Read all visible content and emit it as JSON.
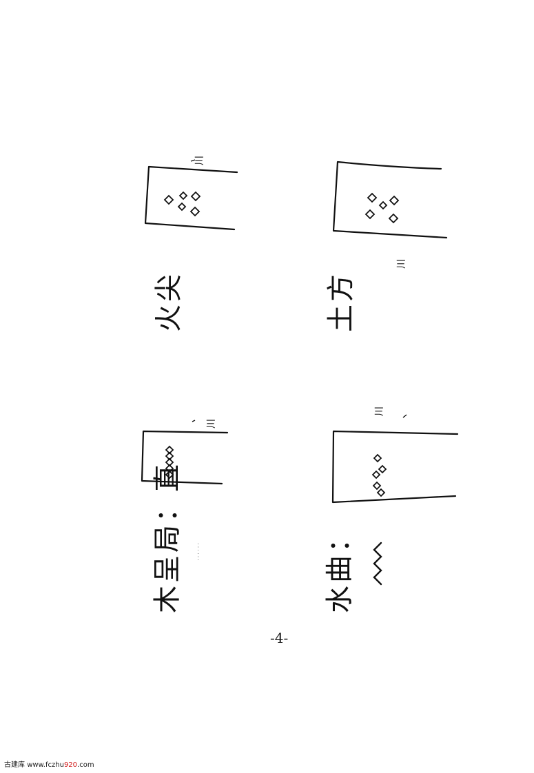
{
  "figures": [
    {
      "label": "火尖",
      "mark": "川"
    },
    {
      "label": "土方",
      "mark": "川"
    },
    {
      "label": "木呈局：直",
      "mark": "川",
      "suffix": "……"
    },
    {
      "label": "水曲：",
      "mark": "川"
    }
  ],
  "page_number": "-4-",
  "footer": {
    "site_name": "古建库",
    "url_prefix": "www.fczhu",
    "url_number": "920",
    "url_suffix": ".com"
  },
  "colors": {
    "ink": "#111111",
    "footer_accent": "#d01818"
  }
}
